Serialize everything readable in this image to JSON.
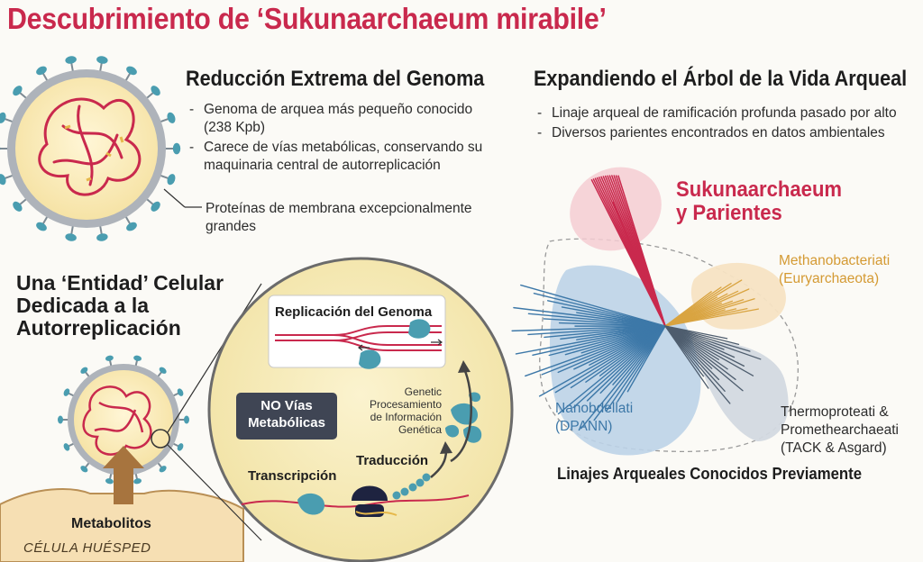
{
  "title": "Descubrimiento de ‘Sukunaarchaeum mirabile’",
  "genome": {
    "heading": "Reducción Extrema del Genoma",
    "bullets": [
      "Genoma de arquea más pequeño conocido (238 Kpb)",
      "Carece de vías metabólicas, conservando su maquinaria central de autorreplicación"
    ],
    "membrane_label": "Proteínas de membrana excepcionalmente grandes"
  },
  "tree": {
    "heading": "Expandiendo el Árbol de la Vida Arqueal",
    "bullets": [
      "Linaje arqueal de ramificación profunda pasado por alto",
      "Diversos parientes encontrados en datos ambientales"
    ],
    "sukuna_label_1": "Sukunaarchaeum",
    "sukuna_label_2": "y Parientes",
    "metha_label_1": "Methanobacteriati",
    "metha_label_2": "(Euryarchaeota)",
    "nano_label_1": "Nanobdellati",
    "nano_label_2": "(DPANN)",
    "thermo_label_1": "Thermoproteati &",
    "thermo_label_2": "Promethearchaeati",
    "thermo_label_3": "(TACK & Asgard)",
    "footer": "Linajes Arqueales Conocidos Previamente",
    "colors": {
      "sukuna": "#c9294d",
      "metha": "#d9a441",
      "nano": "#3d78a8",
      "thermo": "#4e5d6e"
    }
  },
  "entity": {
    "heading": "Una ‘Entidad’ Celular Dedicada a la Autorreplicación",
    "replication": "Replicación del Genoma",
    "no_metabolic_1": "NO Vías",
    "no_metabolic_2": "Metabólicas",
    "genetic_1": "Genetic",
    "genetic_2": "Procesamiento",
    "genetic_3": "de Información",
    "genetic_4": "Genética",
    "transcription": "Transcripción",
    "translation": "Traducción",
    "metabolites": "Metabolitos",
    "host_cell": "CÉLULA HUÉSPED"
  }
}
